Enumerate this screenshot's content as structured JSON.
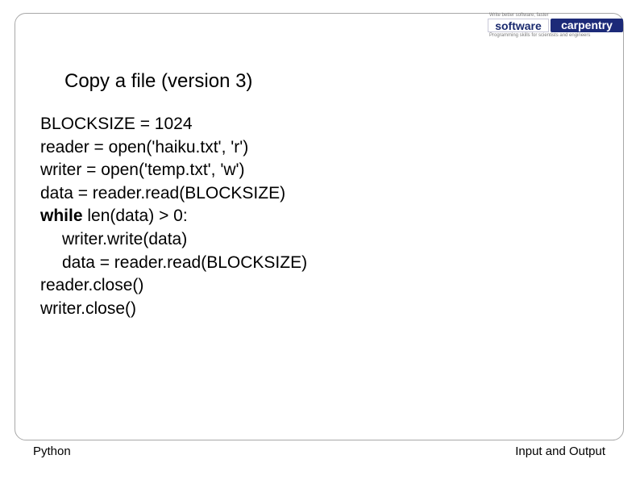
{
  "logo": {
    "tagline_top": "Write better software, faster",
    "word1": "software",
    "word2": "carpentry",
    "tagline_bottom": "Programming skills for scientists and engineers"
  },
  "slide": {
    "title": "Copy a file (version 3)",
    "code_lines": [
      {
        "keyword": "",
        "text": "BLOCKSIZE = 1024",
        "indent": false
      },
      {
        "keyword": "",
        "text": "reader = open('haiku.txt', 'r')",
        "indent": false
      },
      {
        "keyword": "",
        "text": "writer = open('temp.txt', 'w')",
        "indent": false
      },
      {
        "keyword": "",
        "text": "data = reader.read(BLOCKSIZE)",
        "indent": false
      },
      {
        "keyword": "while",
        "text": " len(data) > 0:",
        "indent": false
      },
      {
        "keyword": "",
        "text": "writer.write(data)",
        "indent": true
      },
      {
        "keyword": "",
        "text": "data = reader.read(BLOCKSIZE)",
        "indent": true
      },
      {
        "keyword": "",
        "text": "reader.close()",
        "indent": false
      },
      {
        "keyword": "",
        "text": "writer.close()",
        "indent": false
      }
    ]
  },
  "footer": {
    "left": "Python",
    "right": "Input and Output"
  }
}
